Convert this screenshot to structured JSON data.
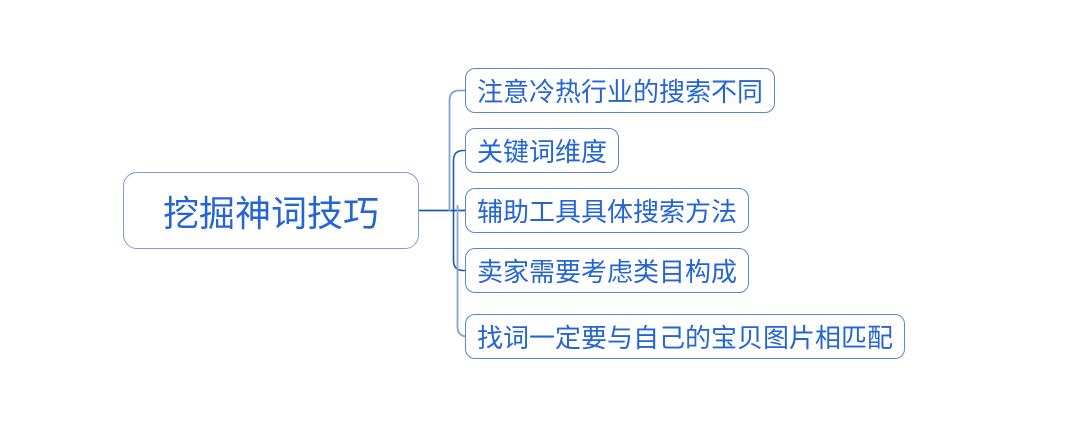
{
  "diagram": {
    "type": "mindmap",
    "root": {
      "label": "挖掘神词技巧"
    },
    "children": [
      {
        "label": "注意冷热行业的搜索不同"
      },
      {
        "label": "关键词维度"
      },
      {
        "label": "辅助工具具体搜索方法"
      },
      {
        "label": "卖家需要考虑类目构成"
      },
      {
        "label": "找词一定要与自己的宝贝图片相匹配"
      }
    ]
  },
  "colors": {
    "background": "#ffffff",
    "topic_text": "#2465d6",
    "root_border": "#7f9ed8",
    "child_border": "#5d87ce",
    "branch_dark": "#1f5cab",
    "branch_light": "#85a3d8"
  }
}
